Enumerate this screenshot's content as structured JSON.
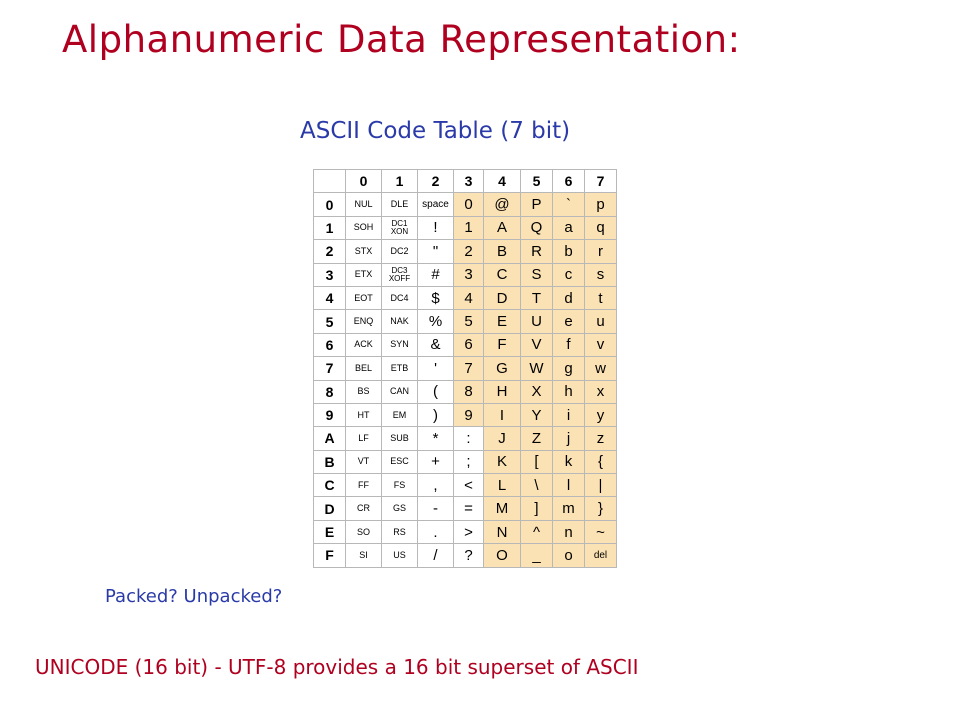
{
  "title": "Alphanumeric Data Representation:",
  "subtitle": "ASCII Code Table (7 bit)",
  "question": "Packed?  Unpacked?",
  "footer": "UNICODE (16 bit)  -  UTF-8 provides a 16 bit superset of ASCII",
  "colors": {
    "title": "#b00020",
    "subtitle": "#2a3aa8",
    "printable": "#fbe2b4"
  },
  "table": {
    "columns": [
      "0",
      "1",
      "2",
      "3",
      "4",
      "5",
      "6",
      "7"
    ],
    "rows": [
      {
        "h": "0",
        "c": [
          "NUL",
          "DLE",
          "space",
          "0",
          "@",
          "P",
          "`",
          "p"
        ]
      },
      {
        "h": "1",
        "c": [
          "SOH",
          "DC1\nXON",
          "!",
          "1",
          "A",
          "Q",
          "a",
          "q"
        ]
      },
      {
        "h": "2",
        "c": [
          "STX",
          "DC2",
          "\"",
          "2",
          "B",
          "R",
          "b",
          "r"
        ]
      },
      {
        "h": "3",
        "c": [
          "ETX",
          "DC3\nXOFF",
          "#",
          "3",
          "C",
          "S",
          "c",
          "s"
        ]
      },
      {
        "h": "4",
        "c": [
          "EOT",
          "DC4",
          "$",
          "4",
          "D",
          "T",
          "d",
          "t"
        ]
      },
      {
        "h": "5",
        "c": [
          "ENQ",
          "NAK",
          "%",
          "5",
          "E",
          "U",
          "e",
          "u"
        ]
      },
      {
        "h": "6",
        "c": [
          "ACK",
          "SYN",
          "&",
          "6",
          "F",
          "V",
          "f",
          "v"
        ]
      },
      {
        "h": "7",
        "c": [
          "BEL",
          "ETB",
          "'",
          "7",
          "G",
          "W",
          "g",
          "w"
        ]
      },
      {
        "h": "8",
        "c": [
          "BS",
          "CAN",
          "(",
          "8",
          "H",
          "X",
          "h",
          "x"
        ]
      },
      {
        "h": "9",
        "c": [
          "HT",
          "EM",
          ")",
          "9",
          "I",
          "Y",
          "i",
          "y"
        ]
      },
      {
        "h": "A",
        "c": [
          "LF",
          "SUB",
          "*",
          ":",
          "J",
          "Z",
          "j",
          "z"
        ]
      },
      {
        "h": "B",
        "c": [
          "VT",
          "ESC",
          "+",
          ";",
          "K",
          "[",
          "k",
          "{"
        ]
      },
      {
        "h": "C",
        "c": [
          "FF",
          "FS",
          ",",
          "<",
          "L",
          "\\",
          "l",
          "|"
        ]
      },
      {
        "h": "D",
        "c": [
          "CR",
          "GS",
          "-",
          "=",
          "M",
          "]",
          "m",
          "}"
        ]
      },
      {
        "h": "E",
        "c": [
          "SO",
          "RS",
          ".",
          ">",
          "N",
          "^",
          "n",
          "~"
        ]
      },
      {
        "h": "F",
        "c": [
          "SI",
          "US",
          "/",
          "?",
          "O",
          "_",
          "o",
          "del"
        ]
      }
    ]
  }
}
